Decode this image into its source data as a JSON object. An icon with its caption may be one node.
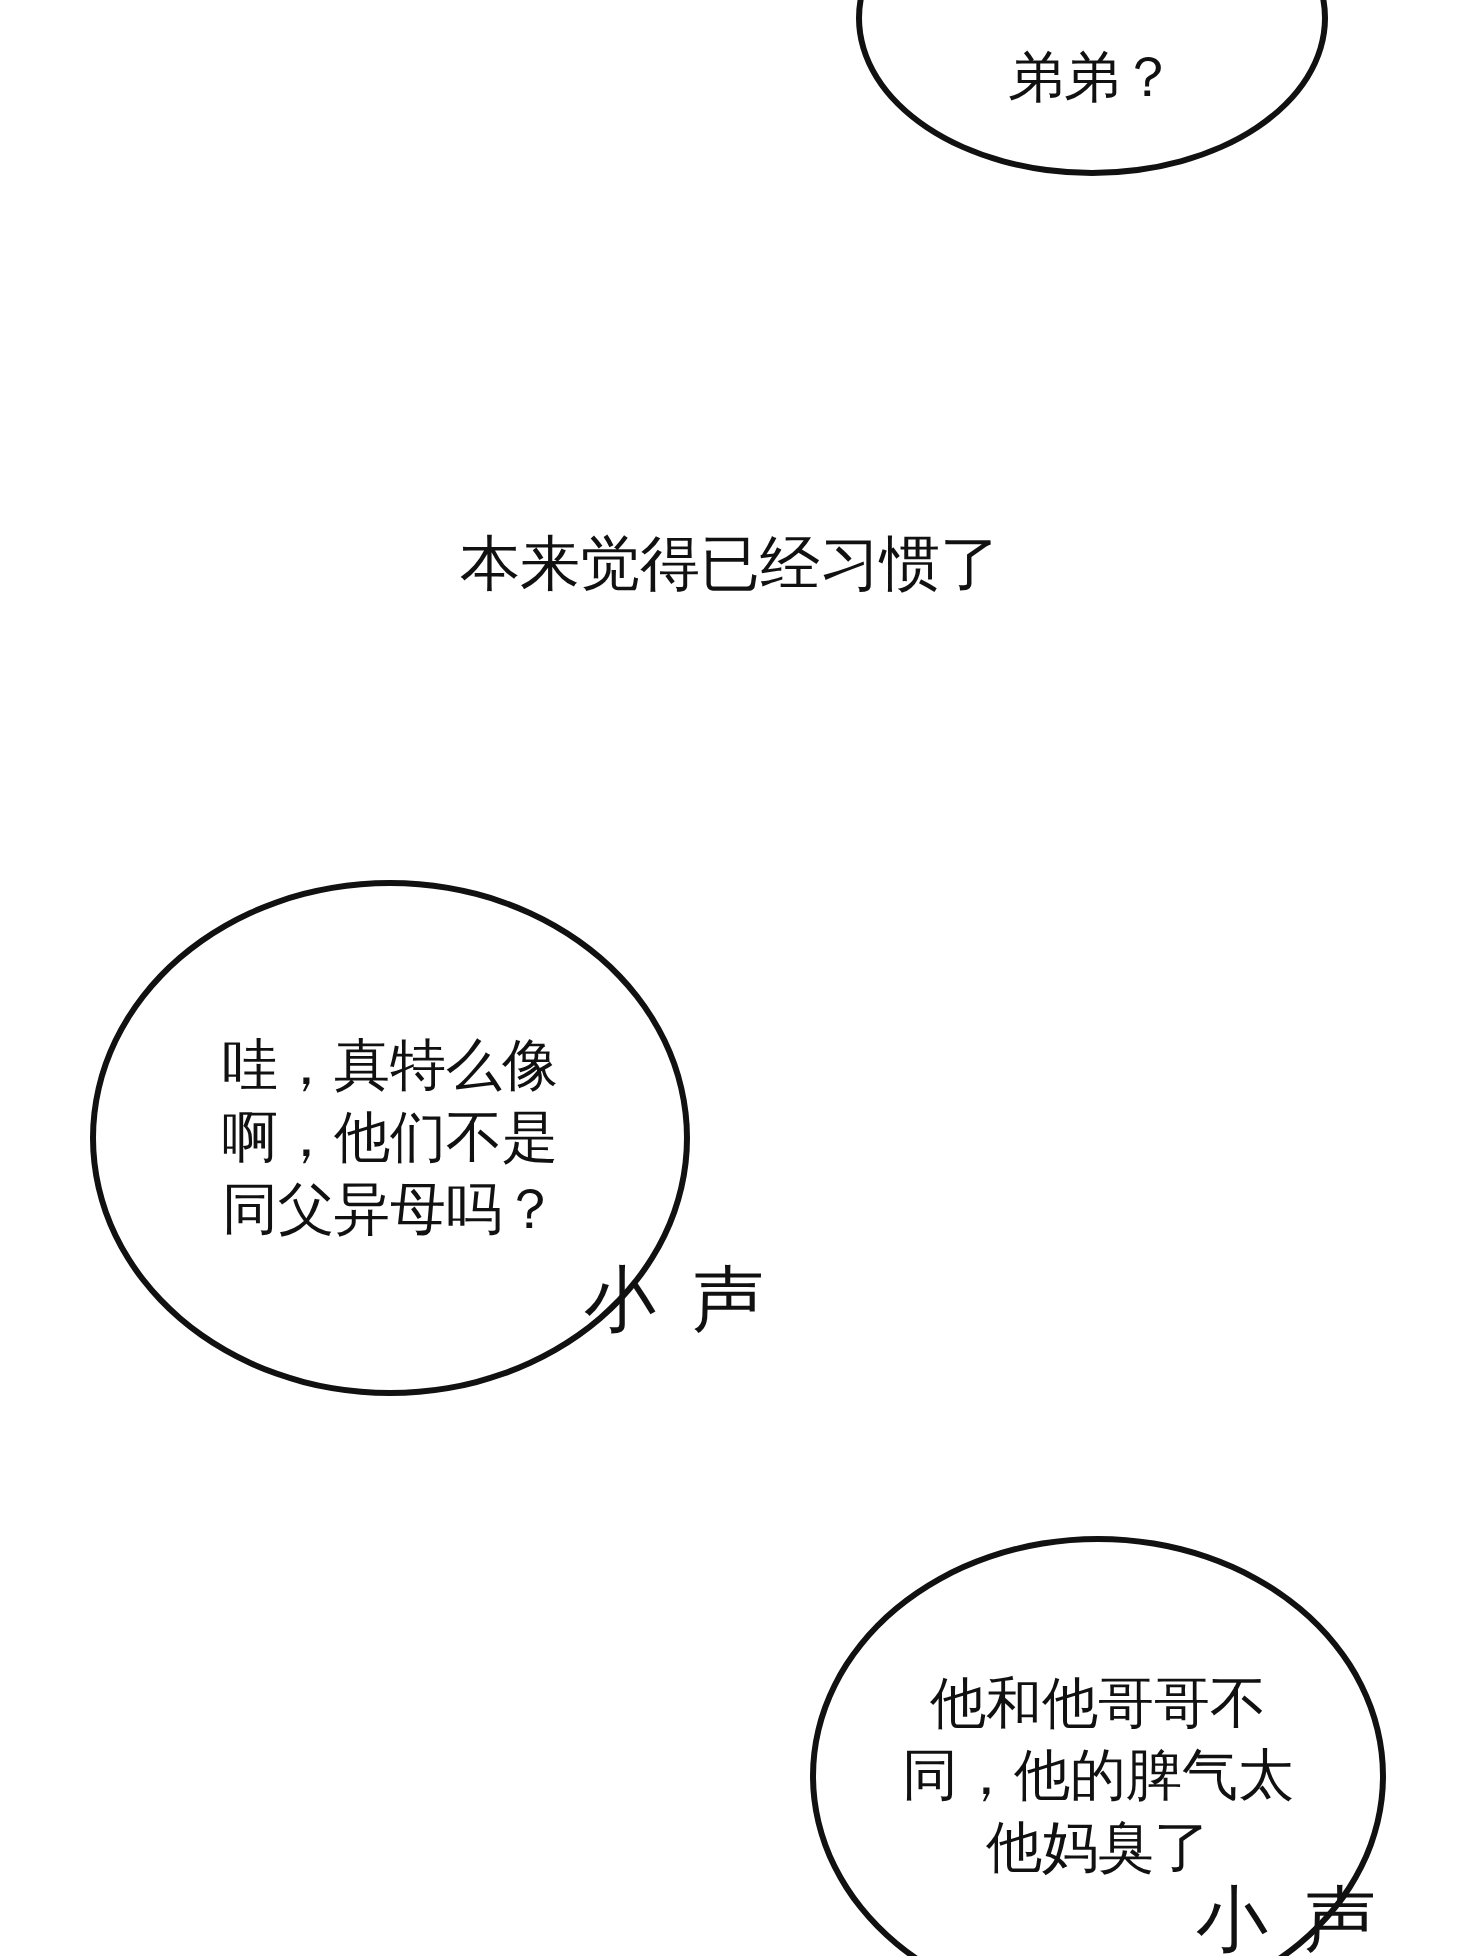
{
  "diagram": {
    "nodes": [
      {
        "text": [
          "弟弟？"
        ]
      },
      {
        "text": [
          "哇，真特么像啊，他们不是同父异母吗？"
        ]
      },
      {
        "text": [
          "他和他哥哥不同，他的脾气太他妈臭了"
        ]
      }
    ],
    "labels": [
      "本来觉得已经习惯了",
      "小声",
      "小声"
    ]
  }
}
